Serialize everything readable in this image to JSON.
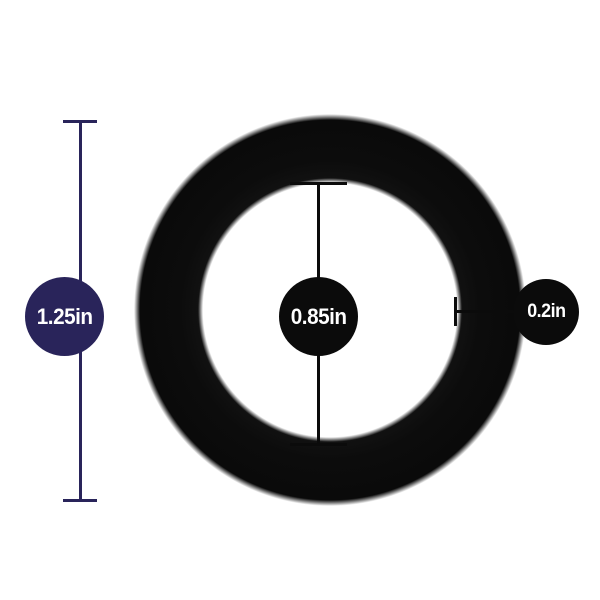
{
  "diagram": {
    "type": "product-dimension-diagram",
    "measurements": {
      "outer": {
        "label": "1.25in"
      },
      "inner": {
        "label": "0.85in"
      },
      "thickness": {
        "label": "0.2in"
      }
    },
    "colors": {
      "background": "#ffffff",
      "ring": "#0b0b0b",
      "outer_dimension": "#29245a",
      "inner_dimension": "#0b0b0b",
      "thickness_dimension": "#0b0b0b",
      "badge_text": "#ffffff"
    }
  }
}
